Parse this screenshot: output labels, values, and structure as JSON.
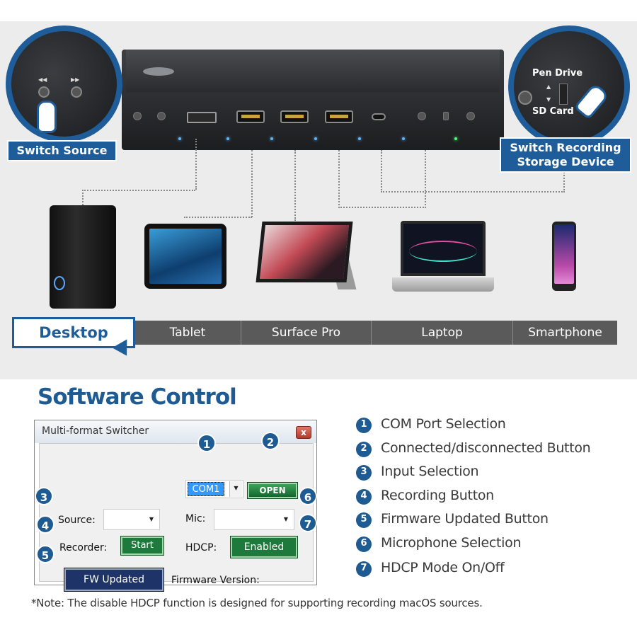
{
  "hardware": {
    "switch_source_label": "Switch Source",
    "switch_recording_label_line1": "Switch Recording",
    "switch_recording_label_line2": "Storage Device",
    "pen_drive_label": "Pen Drive",
    "sd_card_label": "SD Card"
  },
  "devices": {
    "active": "Desktop",
    "items": [
      "Tablet",
      "Surface Pro",
      "Laptop",
      "Smartphone"
    ]
  },
  "software": {
    "section_title": "Software Control",
    "window": {
      "title": "Multi-format Switcher",
      "close_glyph": "x",
      "com_port_value": "COM1",
      "open_button": "OPEN",
      "source_label": "Source:",
      "mic_label": "Mic:",
      "recorder_label": "Recorder:",
      "start_button": "Start",
      "hdcp_label": "HDCP:",
      "enabled_button": "Enabled",
      "fw_button": "FW Updated",
      "firmware_label": "Firmware Version:"
    },
    "legend": [
      {
        "num": "1",
        "text": "COM Port Selection"
      },
      {
        "num": "2",
        "text": "Connected/disconnected Button"
      },
      {
        "num": "3",
        "text": "Input Selection"
      },
      {
        "num": "4",
        "text": "Recording Button"
      },
      {
        "num": "5",
        "text": "Firmware Updated Button"
      },
      {
        "num": "6",
        "text": "Microphone Selection"
      },
      {
        "num": "7",
        "text": "HDCP Mode On/Off"
      }
    ],
    "note": "*Note: The disable HDCP function is designed for supporting recording macOS sources."
  },
  "colors": {
    "accent_blue": "#1f5b93",
    "button_green": "#1e7a3c",
    "button_navy": "#1e3468",
    "category_bar_gray": "#5a5a5a"
  }
}
